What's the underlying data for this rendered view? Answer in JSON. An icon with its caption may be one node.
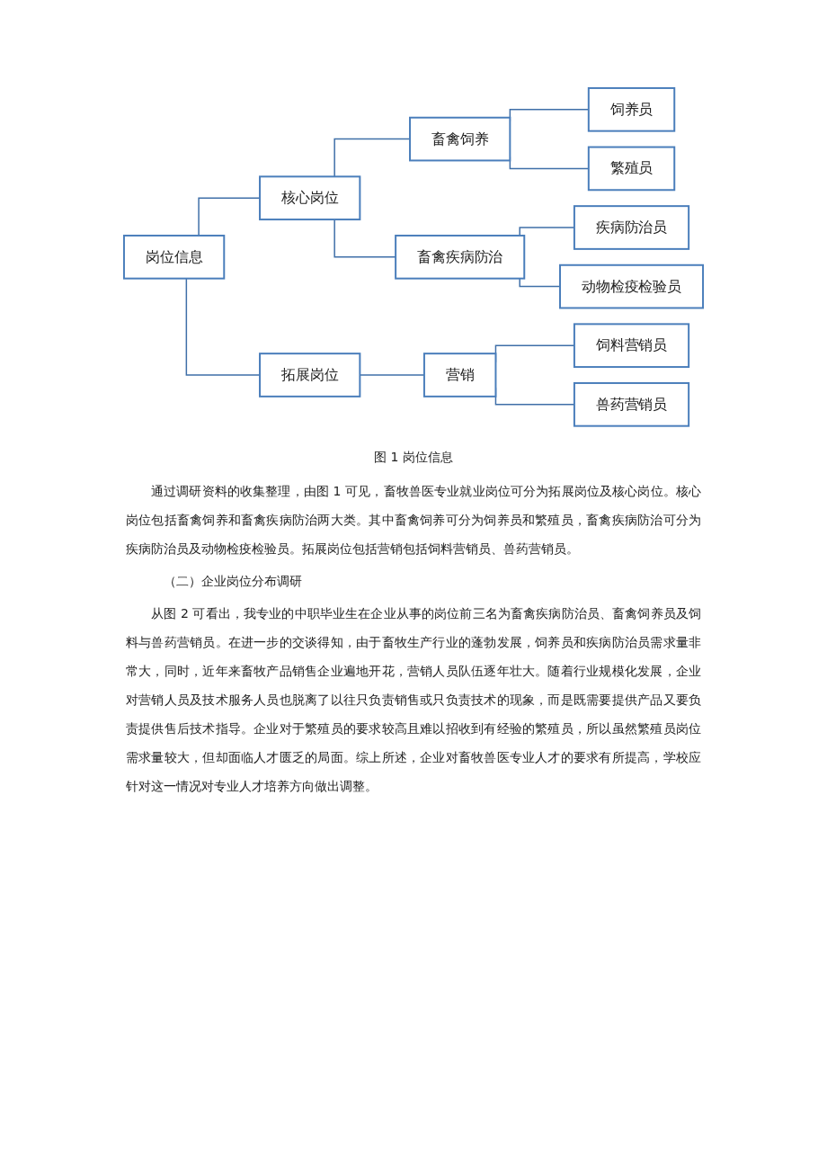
{
  "diagram": {
    "caption": "图 1 岗位信息",
    "nodes": [
      {
        "text": [
          "岗位信息"
        ]
      },
      {
        "text": [
          "核心岗位"
        ]
      },
      {
        "text": [
          "拓展岗位"
        ]
      },
      {
        "text": [
          "畜禽饲养"
        ]
      },
      {
        "text": [
          "畜禽疾病防治"
        ]
      },
      {
        "text": [
          "营销"
        ]
      },
      {
        "text": [
          "饲养员"
        ]
      },
      {
        "text": [
          "繁殖员"
        ]
      },
      {
        "text": [
          "疾病防治员"
        ]
      },
      {
        "text": [
          "动物检疫检验员"
        ]
      },
      {
        "text": [
          "饲料营销员"
        ]
      },
      {
        "text": [
          "兽药营销员"
        ]
      }
    ],
    "edges": [
      {
        "from": 0,
        "to": 1,
        "arrow": "none"
      },
      {
        "from": 0,
        "to": 2,
        "arrow": "none"
      },
      {
        "from": 1,
        "to": 3,
        "arrow": "none"
      },
      {
        "from": 1,
        "to": 4,
        "arrow": "none"
      },
      {
        "from": 2,
        "to": 5,
        "arrow": "none"
      },
      {
        "from": 3,
        "to": 6,
        "arrow": "none"
      },
      {
        "from": 3,
        "to": 7,
        "arrow": "none"
      },
      {
        "from": 4,
        "to": 8,
        "arrow": "none"
      },
      {
        "from": 4,
        "to": 9,
        "arrow": "none"
      },
      {
        "from": 5,
        "to": 10,
        "arrow": "none"
      },
      {
        "from": 5,
        "to": 11,
        "arrow": "none"
      }
    ],
    "labels": [
      "通过调研资料的收集整理，由图 1 可见，畜牧兽医专业就业岗位可分为拓展岗位及核心岗位。核心岗位包括畜禽饲养和畜禽疾病防治两大类。其中畜禽饲养可分为饲养员和繁殖员，畜禽疾病防治可分为疾病防治员及动物检疫检验员。拓展岗位包括营销包括饲料营销员、兽药营销员。",
      "（二）企业岗位分布调研",
      "从图 2 可看出，我专业的中职毕业生在企业从事的岗位前三名为畜禽疾病防治员、畜禽饲养员及饲料与兽药营销员。在进一步的交谈得知，由于畜牧生产行业的蓬勃发展，饲养员和疾病防治员需求量非常大，同时，近年来畜牧产品销售企业遍地开花，营销人员队伍逐年壮大。随着行业规模化发展，企业对营销人员及技术服务人员也脱离了以往只负责销售或只负责技术的现象，而是既需要提供产品又要负责提供售后技术指导。企业对于繁殖员的要求较高且难以招收到有经验的繁殖员，所以虽然繁殖员岗位需求量较大，但却面临人才匮乏的局面。综上所述，企业对畜牧兽医专业人才的要求有所提高，学校应针对这一情况对专业人才培养方向做出调整。"
    ]
  }
}
